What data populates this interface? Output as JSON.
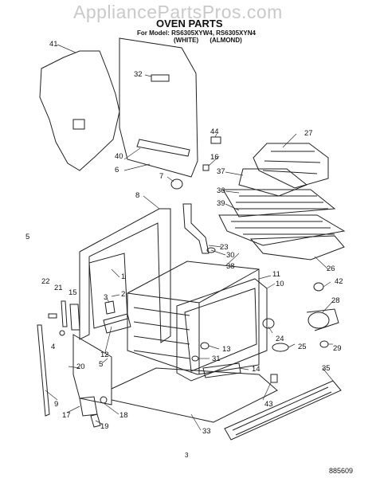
{
  "watermark": "AppliancePartsPros.com",
  "header": {
    "title": "OVEN PARTS",
    "model_line": "For Model: RS6305XYW4, RS6305XYN4",
    "colors": [
      "(WHITE)",
      "(ALMOND)"
    ]
  },
  "page_number": "3",
  "document_number": "885609",
  "callouts": [
    {
      "label": "41"
    },
    {
      "label": "32"
    },
    {
      "label": "40"
    },
    {
      "label": "6"
    },
    {
      "label": "7"
    },
    {
      "label": "44"
    },
    {
      "label": "16"
    },
    {
      "label": "27"
    },
    {
      "label": "37"
    },
    {
      "label": "5"
    },
    {
      "label": "8"
    },
    {
      "label": "36"
    },
    {
      "label": "39"
    },
    {
      "label": "23"
    },
    {
      "label": "30"
    },
    {
      "label": "26"
    },
    {
      "label": "38"
    },
    {
      "label": "11"
    },
    {
      "label": "10"
    },
    {
      "label": "42"
    },
    {
      "label": "1"
    },
    {
      "label": "2"
    },
    {
      "label": "3"
    },
    {
      "label": "22"
    },
    {
      "label": "21"
    },
    {
      "label": "15"
    },
    {
      "label": "28"
    },
    {
      "label": "24"
    },
    {
      "label": "25"
    },
    {
      "label": "4"
    },
    {
      "label": "12"
    },
    {
      "label": "13"
    },
    {
      "label": "31"
    },
    {
      "label": "29"
    },
    {
      "label": "20"
    },
    {
      "label": "5"
    },
    {
      "label": "14"
    },
    {
      "label": "35"
    },
    {
      "label": "9"
    },
    {
      "label": "43"
    },
    {
      "label": "17"
    },
    {
      "label": "18"
    },
    {
      "label": "19"
    },
    {
      "label": "33"
    }
  ]
}
